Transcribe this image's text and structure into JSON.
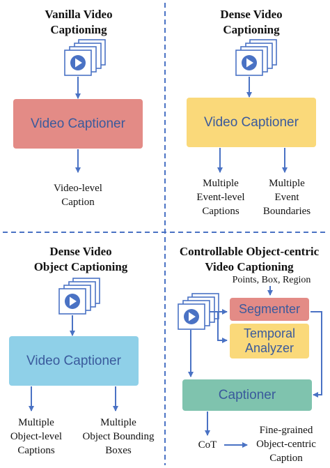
{
  "colors": {
    "arrow": "#4a72c4",
    "divider": "#4a72c4",
    "captioner_red": "#e38b86",
    "captioner_yellow": "#fad97a",
    "captioner_blue": "#8fd0e8",
    "captioner_green": "#7fc3ae",
    "segmenter_red": "#e38b86",
    "analyzer_yellow": "#fad97a",
    "box_text": "#3a5a9c"
  },
  "panels": {
    "vanilla": {
      "title_line1": "Vanilla Video",
      "title_line2": "Captioning",
      "box_label": "Video Captioner",
      "output_line1": "Video-level",
      "output_line2": "Caption"
    },
    "dense": {
      "title_line1": "Dense Video",
      "title_line2": "Captioning",
      "box_label": "Video Captioner",
      "output_left_line1": "Multiple",
      "output_left_line2": "Event-level",
      "output_left_line3": "Captions",
      "output_right_line1": "Multiple",
      "output_right_line2": "Event",
      "output_right_line3": "Boundaries"
    },
    "dense_object": {
      "title_line1": "Dense Video",
      "title_line2": "Object Captioning",
      "box_label": "Video Captioner",
      "output_left_line1": "Multiple",
      "output_left_line2": "Object-level",
      "output_left_line3": "Captions",
      "output_right_line1": "Multiple",
      "output_right_line2": "Object Bounding",
      "output_right_line3": "Boxes"
    },
    "controllable": {
      "title_line1": "Controllable Object-centric",
      "title_line2": "Video Captioning",
      "prompt_label": "Points, Box, Region",
      "segmenter_label": "Segmenter",
      "analyzer_line1": "Temporal",
      "analyzer_line2": "Analyzer",
      "captioner_label": "Captioner",
      "cot_label": "CoT",
      "output_line1": "Fine-grained",
      "output_line2": "Object-centric",
      "output_line3": "Caption"
    }
  }
}
